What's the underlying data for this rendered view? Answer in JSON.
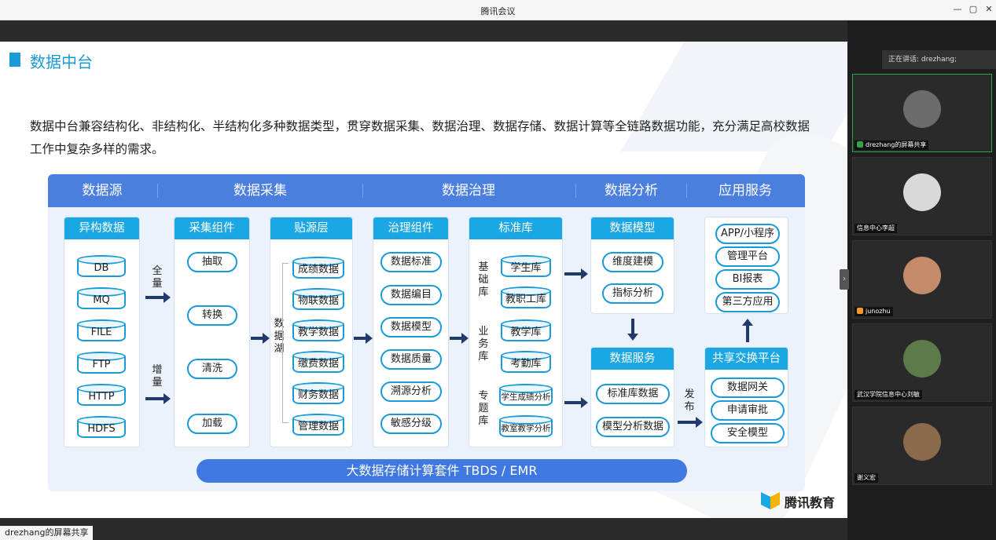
{
  "window": {
    "title": "腾讯会议",
    "min": "—",
    "restore": "▢",
    "close": "✕"
  },
  "slide": {
    "title": "数据中台",
    "intro": "数据中台兼容结构化、非结构化、半结构化多种数据类型，贯穿数据采集、数据治理、数据存储、数据计算等全链路数据功能，充分满足高校数据工作中复杂多样的需求。",
    "header": [
      "数据源",
      "数据采集",
      "数据治理",
      "数据分析",
      "应用服务"
    ],
    "source": {
      "title": "异构数据",
      "items": [
        "DB",
        "MQ",
        "FILE",
        "FTP",
        "HTTP",
        "HDFS"
      ]
    },
    "mode_full": "全\n量",
    "mode_inc": "增\n量",
    "collect": {
      "title": "采集组件",
      "items": [
        "抽取",
        "转换",
        "清洗",
        "加载"
      ]
    },
    "lake_label": "数\n据\n湖",
    "source_layer": {
      "title": "贴源层",
      "items": [
        "成绩数据",
        "物联数据",
        "教学数据",
        "缴费数据",
        "财务数据",
        "管理数据"
      ]
    },
    "govern": {
      "title": "治理组件",
      "items": [
        "数据标准",
        "数据编目",
        "数据模型",
        "数据质量",
        "溯源分析",
        "敏感分级"
      ]
    },
    "standard": {
      "title": "标准库",
      "groups": [
        {
          "label": "基\n础\n库",
          "items": [
            "学生库",
            "教职工库"
          ]
        },
        {
          "label": "业\n务\n库",
          "items": [
            "教学库",
            "考勤库"
          ]
        },
        {
          "label": "专\n题\n库",
          "items": [
            "学生成绩分析",
            "教室教学分析"
          ]
        }
      ]
    },
    "model": {
      "title": "数据模型",
      "items": [
        "维度建模",
        "指标分析"
      ]
    },
    "service": {
      "title": "数据服务",
      "items": [
        "标准库数据",
        "模型分析数据"
      ]
    },
    "publish_label": "发\n布",
    "apps": {
      "items": [
        "APP/小程序",
        "管理平台",
        "BI报表",
        "第三方应用"
      ]
    },
    "exchange": {
      "title": "共享交换平台",
      "items": [
        "数据网关",
        "申请审批",
        "安全模型"
      ]
    },
    "storage": "大数据存储计算套件 TBDS / EMR",
    "brand": "腾讯教育"
  },
  "share_label": "drezhang的屏幕共享",
  "panel": {
    "speaking": "正在讲话: drezhang;",
    "participants": [
      {
        "name": "drezhang的屏幕共享",
        "avatar": "#6b6b6b"
      },
      {
        "name": "信息中心李超",
        "avatar": "#d9d9d9"
      },
      {
        "name": "junozhu",
        "avatar": "#c48b6a"
      },
      {
        "name": "武汉学院信息中心刘敏",
        "avatar": "#5d7a4a"
      },
      {
        "name": "谢义宏",
        "avatar": "#8a6a4a"
      }
    ]
  }
}
